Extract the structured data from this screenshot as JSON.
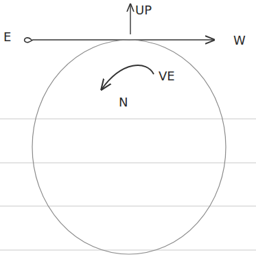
{
  "diagram": {
    "nodes": [
      {
        "text": [
          "VE",
          "N"
        ]
      }
    ],
    "labels": [
      "UP",
      "E",
      "W"
    ]
  }
}
